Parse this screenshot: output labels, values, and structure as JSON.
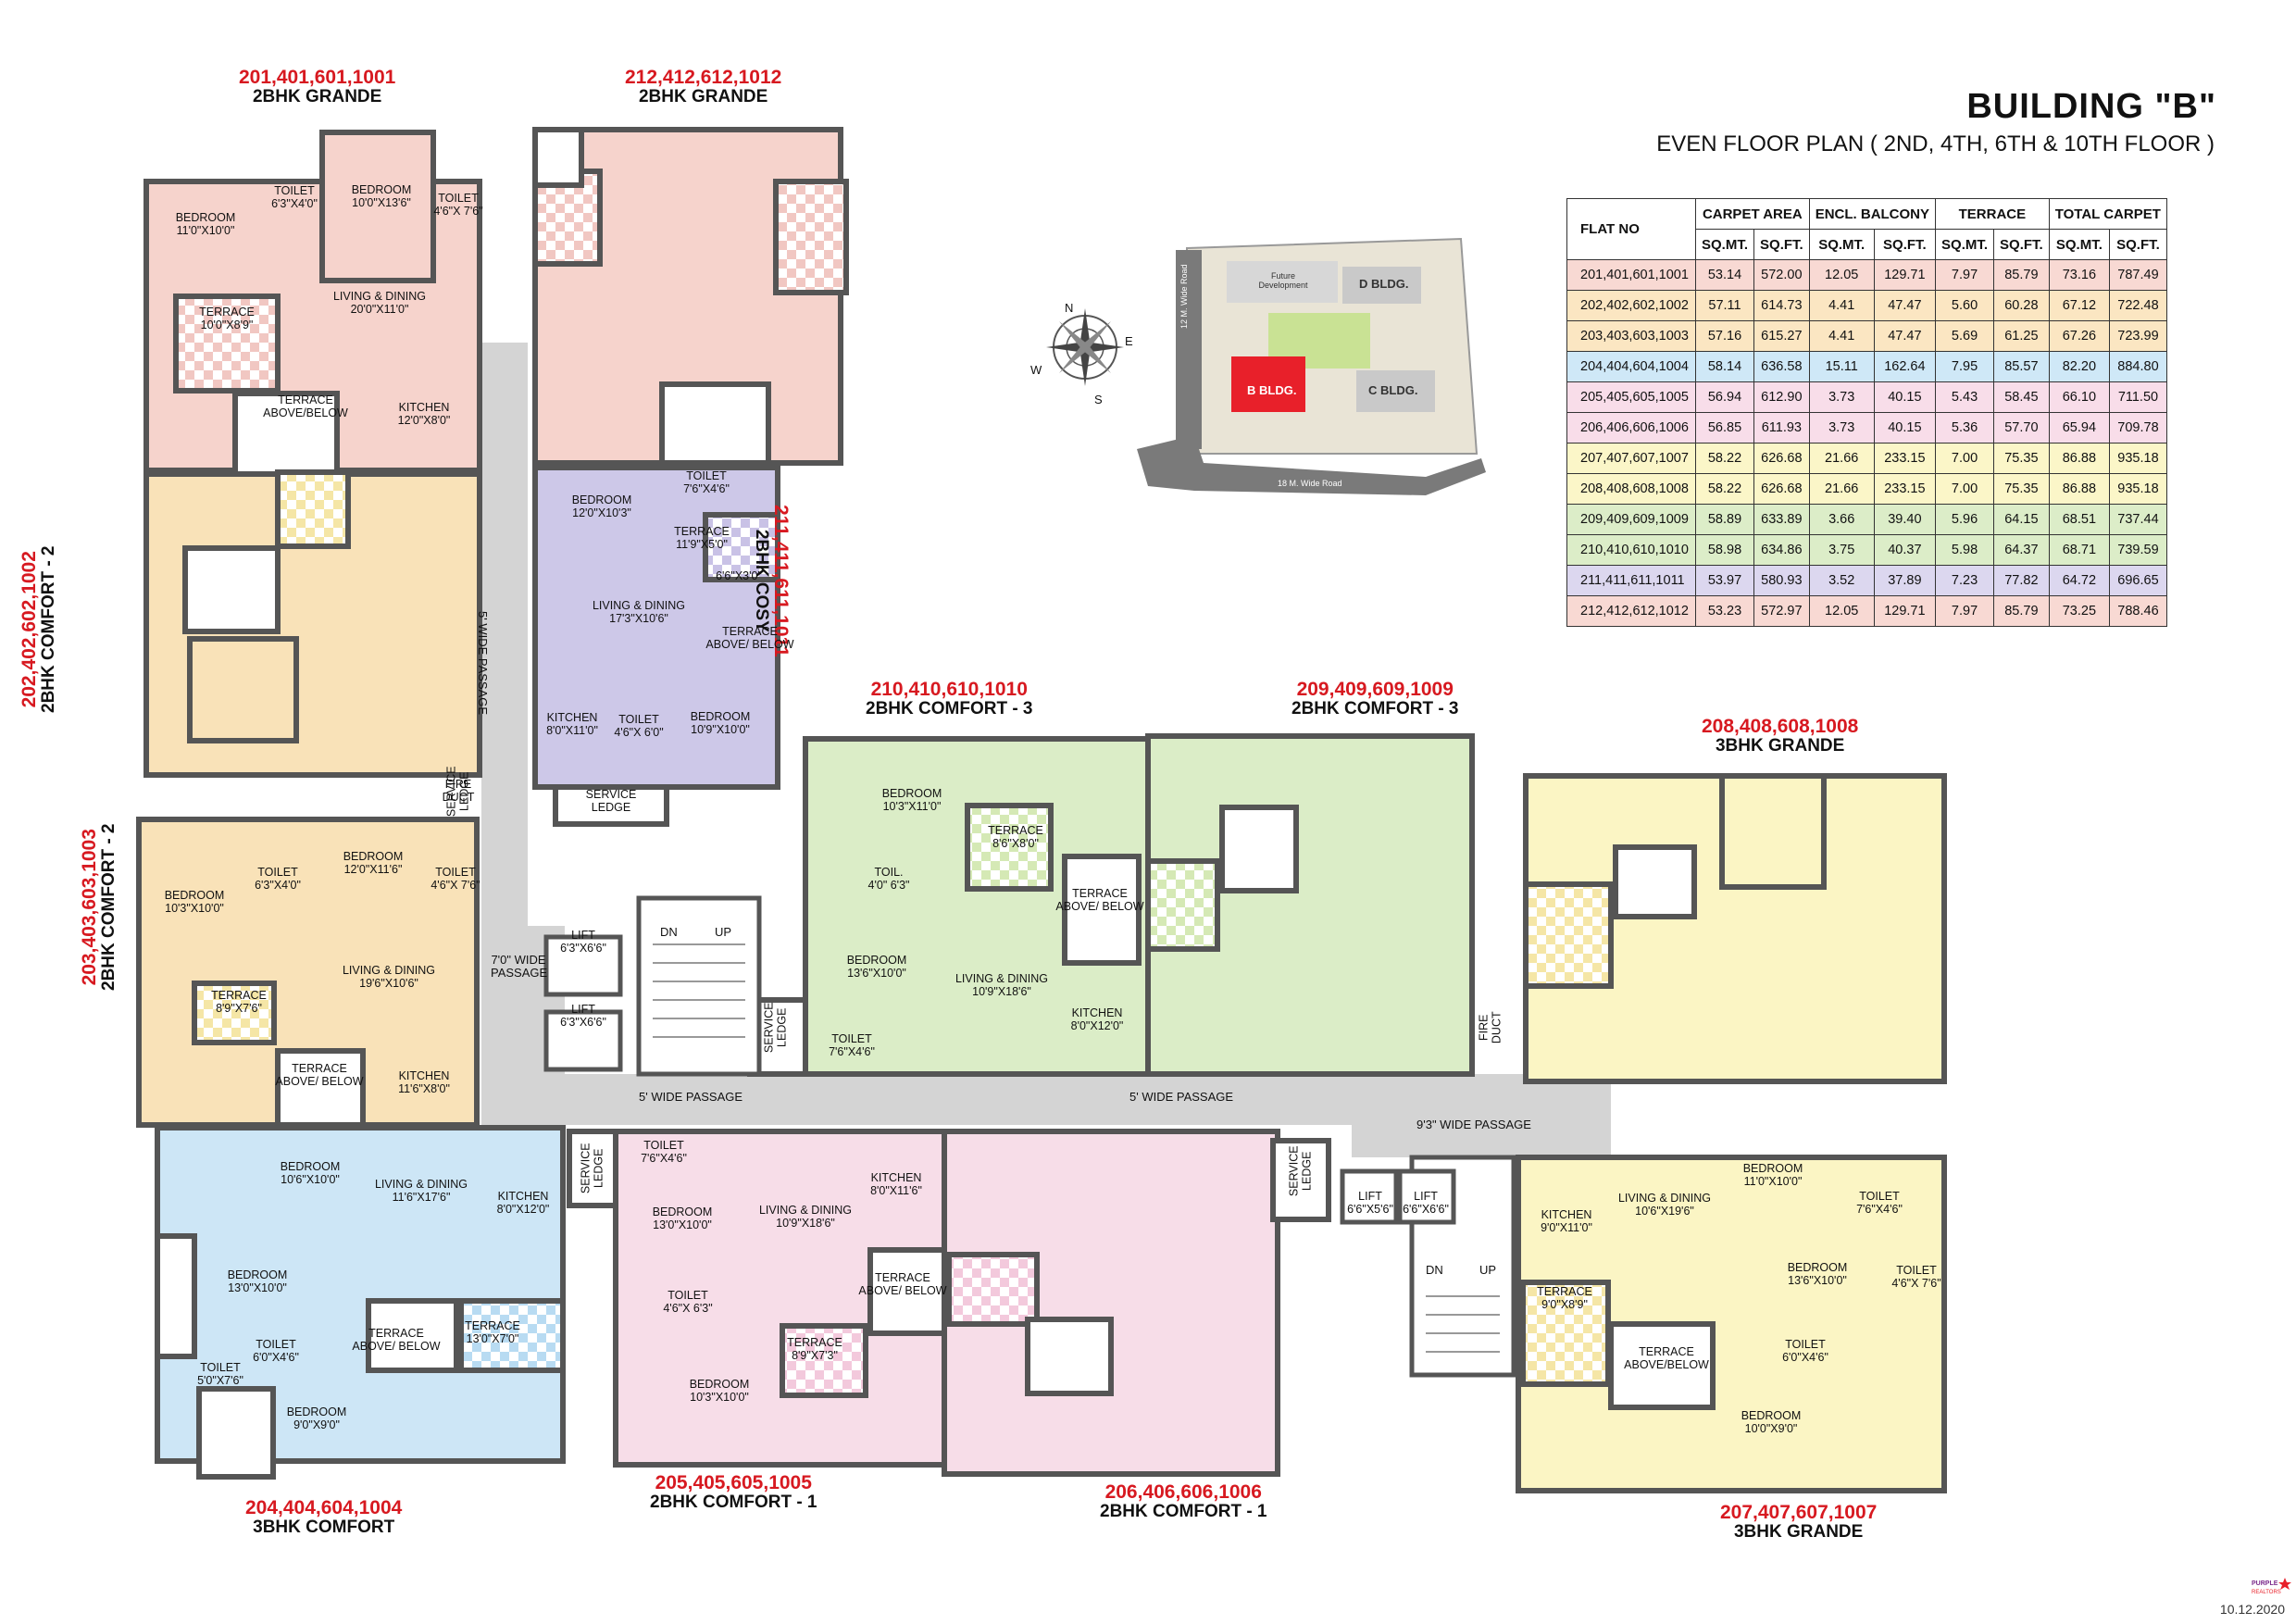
{
  "header": {
    "title": "BUILDING \"B\"",
    "subtitle": "EVEN FLOOR PLAN ( 2ND, 4TH, 6TH & 10TH FLOOR )"
  },
  "units": [
    {
      "nos": "201,401,601,1001",
      "type": "2BHK GRANDE"
    },
    {
      "nos": "212,412,612,1012",
      "type": "2BHK GRANDE"
    },
    {
      "nos": "202,402,602,1002",
      "type": "2BHK COMFORT - 2"
    },
    {
      "nos": "211,411,611,1011",
      "type": "2BHK COSY"
    },
    {
      "nos": "203,403,603,1003",
      "type": "2BHK COMFORT - 2"
    },
    {
      "nos": "210,410,610,1010",
      "type": "2BHK COMFORT - 3"
    },
    {
      "nos": "209,409,609,1009",
      "type": "2BHK COMFORT - 3"
    },
    {
      "nos": "208,408,608,1008",
      "type": "3BHK GRANDE"
    },
    {
      "nos": "204,404,604,1004",
      "type": "3BHK COMFORT"
    },
    {
      "nos": "205,405,605,1005",
      "type": "2BHK COMFORT - 1"
    },
    {
      "nos": "206,406,606,1006",
      "type": "2BHK COMFORT - 1"
    },
    {
      "nos": "207,407,607,1007",
      "type": "3BHK GRANDE"
    }
  ],
  "rooms": {
    "r1": {
      "n": "BEDROOM",
      "d": "11'0\"X10'0\""
    },
    "r2": {
      "n": "TOILET",
      "d": "6'3\"X4'0\""
    },
    "r3": {
      "n": "BEDROOM",
      "d": "10'0\"X13'6\""
    },
    "r4": {
      "n": "TOILET",
      "d": "4'6\"X 7'6\""
    },
    "r5": {
      "n": "LIVING & DINING",
      "d": "20'0\"X11'0\""
    },
    "r6": {
      "n": "TERRACE",
      "d": "10'0\"X8'9\""
    },
    "r7": {
      "n": "TERRACE",
      "d": "ABOVE/BELOW"
    },
    "r8": {
      "n": "KITCHEN",
      "d": "12'0\"X8'0\""
    },
    "r9": {
      "n": "TOILET",
      "d": "7'6\"X4'6\""
    },
    "r10": {
      "n": "BEDROOM",
      "d": "12'0\"X10'3\""
    },
    "r11": {
      "n": "TERRACE",
      "d": "11'9\"X5'0\""
    },
    "r12": {
      "n": "",
      "d": "6'6\"X3'0\""
    },
    "r13": {
      "n": "LIVING & DINING",
      "d": "17'3\"X10'6\""
    },
    "r14": {
      "n": "TERRACE",
      "d": "ABOVE/ BELOW"
    },
    "r15": {
      "n": "KITCHEN",
      "d": "8'0\"X11'0\""
    },
    "r16": {
      "n": "TOILET",
      "d": "4'6\"X 6'0\""
    },
    "r17": {
      "n": "BEDROOM",
      "d": "10'9\"X10'0\""
    },
    "r18": {
      "n": "SERVICE",
      "d": "LEDGE"
    },
    "r19": {
      "n": "SERVICE",
      "d": "LEDGE"
    },
    "r20": {
      "n": "BEDROOM",
      "d": "10'3\"X10'0\""
    },
    "r21": {
      "n": "TOILET",
      "d": "6'3\"X4'0\""
    },
    "r22": {
      "n": "BEDROOM",
      "d": "12'0\"X11'6\""
    },
    "r23": {
      "n": "TOILET",
      "d": "4'6\"X 7'6\""
    },
    "r24": {
      "n": "LIVING & DINING",
      "d": "19'6\"X10'6\""
    },
    "r25": {
      "n": "TERRACE",
      "d": "8'9\"X7'6\""
    },
    "r26": {
      "n": "TERRACE",
      "d": "ABOVE/ BELOW"
    },
    "r27": {
      "n": "KITCHEN",
      "d": "11'6\"X8'0\""
    },
    "r28": {
      "n": "FIRE",
      "d": "DUCT"
    },
    "r29": {
      "n": "LIFT",
      "d": "6'3\"X6'6\""
    },
    "r30": {
      "n": "LIFT",
      "d": "6'3\"X6'6\""
    },
    "r31": {
      "n": "BEDROOM",
      "d": "10'3\"X11'0\""
    },
    "r32": {
      "n": "TERRACE",
      "d": "8'6\"X8'0\""
    },
    "r33": {
      "n": "TOIL.",
      "d": "4'0\" 6'3\""
    },
    "r34": {
      "n": "TERRACE",
      "d": "ABOVE/ BELOW"
    },
    "r35": {
      "n": "BEDROOM",
      "d": "13'6\"X10'0\""
    },
    "r36": {
      "n": "LIVING & DINING",
      "d": "10'9\"X18'6\""
    },
    "r37": {
      "n": "KITCHEN",
      "d": "8'0\"X12'0\""
    },
    "r38": {
      "n": "TOILET",
      "d": "7'6\"X4'6\""
    },
    "r39": {
      "n": "SERVICE",
      "d": "LEDGE"
    },
    "r40": {
      "n": "FIRE",
      "d": "DUCT"
    },
    "r41": {
      "n": "BEDROOM",
      "d": "10'6\"X10'0\""
    },
    "r42": {
      "n": "LIVING & DINING",
      "d": "11'6\"X17'6\""
    },
    "r43": {
      "n": "KITCHEN",
      "d": "8'0\"X12'0\""
    },
    "r44": {
      "n": "BEDROOM",
      "d": "13'0\"X10'0\""
    },
    "r45": {
      "n": "TOILET",
      "d": "6'0\"X4'6\""
    },
    "r46": {
      "n": "TERRACE",
      "d": "ABOVE/ BELOW"
    },
    "r47": {
      "n": "TERRACE",
      "d": "13'0\"X7'0\""
    },
    "r48": {
      "n": "TOILET",
      "d": "5'0\"X7'6\""
    },
    "r49": {
      "n": "BEDROOM",
      "d": "9'0\"X9'0\""
    },
    "r50": {
      "n": "SERVICE",
      "d": "LEDGE"
    },
    "r51": {
      "n": "TOILET",
      "d": "7'6\"X4'6\""
    },
    "r52": {
      "n": "BEDROOM",
      "d": "13'0\"X10'0\""
    },
    "r53": {
      "n": "LIVING & DINING",
      "d": "10'9\"X18'6\""
    },
    "r54": {
      "n": "KITCHEN",
      "d": "8'0\"X11'6\""
    },
    "r55": {
      "n": "TOILET",
      "d": "4'6\"X 6'3\""
    },
    "r56": {
      "n": "TERRACE",
      "d": "ABOVE/ BELOW"
    },
    "r57": {
      "n": "TERRACE",
      "d": "8'9\"X7'3\""
    },
    "r58": {
      "n": "BEDROOM",
      "d": "10'3\"X10'0\""
    },
    "r59": {
      "n": "SERVICE",
      "d": "LEDGE"
    },
    "r60": {
      "n": "LIFT",
      "d": "6'6\"X5'6\""
    },
    "r61": {
      "n": "LIFT",
      "d": "6'6\"X6'6\""
    },
    "r62": {
      "n": "KITCHEN",
      "d": "9'0\"X11'0\""
    },
    "r63": {
      "n": "LIVING & DINING",
      "d": "10'6\"X19'6\""
    },
    "r64": {
      "n": "BEDROOM",
      "d": "11'0\"X10'0\""
    },
    "r65": {
      "n": "TOILET",
      "d": "7'6\"X4'6\""
    },
    "r66": {
      "n": "TERRACE",
      "d": "9'0\"X8'9\""
    },
    "r67": {
      "n": "BEDROOM",
      "d": "13'6\"X10'0\""
    },
    "r68": {
      "n": "TOILET",
      "d": "4'6\"X 7'6\""
    },
    "r69": {
      "n": "TERRACE",
      "d": "ABOVE/BELOW"
    },
    "r70": {
      "n": "TOILET",
      "d": "6'0\"X4'6\""
    },
    "r71": {
      "n": "BEDROOM",
      "d": "10'0\"X9'0\""
    }
  },
  "passages": {
    "p1": "5' WIDE PASSAGE",
    "p2": "7'0\" WIDE PASSAGE",
    "p3": "5' WIDE PASSAGE",
    "p4": "5' WIDE PASSAGE",
    "p5": "9'3\" WIDE PASSAGE"
  },
  "stairs": {
    "dn": "DN",
    "up": "UP"
  },
  "key_plan": {
    "future": "Future Development",
    "d_bldg": "D BLDG.",
    "b_bldg": "B BLDG.",
    "c_bldg": "C BLDG.",
    "road_12": "12 M. Wide Road",
    "road_18": "18 M. Wide Road",
    "highlight_color": "#e8202a"
  },
  "compass": {
    "n": "N",
    "s": "S",
    "e": "E",
    "w": "W"
  },
  "area_table": {
    "headers": {
      "flat": "FLAT NO",
      "carpet": "CARPET AREA",
      "balcony": "ENCL. BALCONY",
      "terrace": "TERRACE",
      "total": "TOTAL CARPET",
      "sqmt": "SQ.MT.",
      "sqft": "SQ.FT."
    },
    "rows": [
      {
        "flat": "201,401,601,1001",
        "v": [
          "53.14",
          "572.00",
          "12.05",
          "129.71",
          "7.97",
          "85.79",
          "73.16",
          "787.49"
        ],
        "color": "#f8d9d3"
      },
      {
        "flat": "202,402,602,1002",
        "v": [
          "57.11",
          "614.73",
          "4.41",
          "47.47",
          "5.60",
          "60.28",
          "67.12",
          "722.48"
        ],
        "color": "#fbe6c2"
      },
      {
        "flat": "203,403,603,1003",
        "v": [
          "57.16",
          "615.27",
          "4.41",
          "47.47",
          "5.69",
          "61.25",
          "67.26",
          "723.99"
        ],
        "color": "#fbe6c2"
      },
      {
        "flat": "204,404,604,1004",
        "v": [
          "58.14",
          "636.58",
          "15.11",
          "162.64",
          "7.95",
          "85.57",
          "82.20",
          "884.80"
        ],
        "color": "#cfe8f7"
      },
      {
        "flat": "205,405,605,1005",
        "v": [
          "56.94",
          "612.90",
          "3.73",
          "40.15",
          "5.43",
          "58.45",
          "66.10",
          "711.50"
        ],
        "color": "#f8dde9"
      },
      {
        "flat": "206,406,606,1006",
        "v": [
          "56.85",
          "611.93",
          "3.73",
          "40.15",
          "5.36",
          "57.70",
          "65.94",
          "709.78"
        ],
        "color": "#f8dde9"
      },
      {
        "flat": "207,407,607,1007",
        "v": [
          "58.22",
          "626.68",
          "21.66",
          "233.15",
          "7.00",
          "75.35",
          "86.88",
          "935.18"
        ],
        "color": "#fbf6c8"
      },
      {
        "flat": "208,408,608,1008",
        "v": [
          "58.22",
          "626.68",
          "21.66",
          "233.15",
          "7.00",
          "75.35",
          "86.88",
          "935.18"
        ],
        "color": "#fbf6c8"
      },
      {
        "flat": "209,409,609,1009",
        "v": [
          "58.89",
          "633.89",
          "3.66",
          "39.40",
          "5.96",
          "64.15",
          "68.51",
          "737.44"
        ],
        "color": "#dcedc8"
      },
      {
        "flat": "210,410,610,1010",
        "v": [
          "58.98",
          "634.86",
          "3.75",
          "40.37",
          "5.98",
          "64.37",
          "68.71",
          "739.59"
        ],
        "color": "#dcedc8"
      },
      {
        "flat": "211,411,611,1011",
        "v": [
          "53.97",
          "580.93",
          "3.52",
          "37.89",
          "7.23",
          "77.82",
          "64.72",
          "696.65"
        ],
        "color": "#dcd7ef"
      },
      {
        "flat": "212,412,612,1012",
        "v": [
          "53.23",
          "572.97",
          "12.05",
          "129.71",
          "7.97",
          "85.79",
          "73.25",
          "788.46"
        ],
        "color": "#f8d9d3"
      }
    ]
  },
  "logo": {
    "text": "PURPLE REALTORS"
  },
  "date": "10.12.2020",
  "colors": {
    "grande2": "#f6d3cc",
    "comfort2": "#f9e2b8",
    "cosy": "#cdc8e8",
    "comfort3": "#dbedc7",
    "comfort3bhk": "#cde6f6",
    "comfort1": "#f7dde8",
    "grande3": "#fbf5c4",
    "corridor": "#d4d4d4",
    "wall": "#555555"
  }
}
